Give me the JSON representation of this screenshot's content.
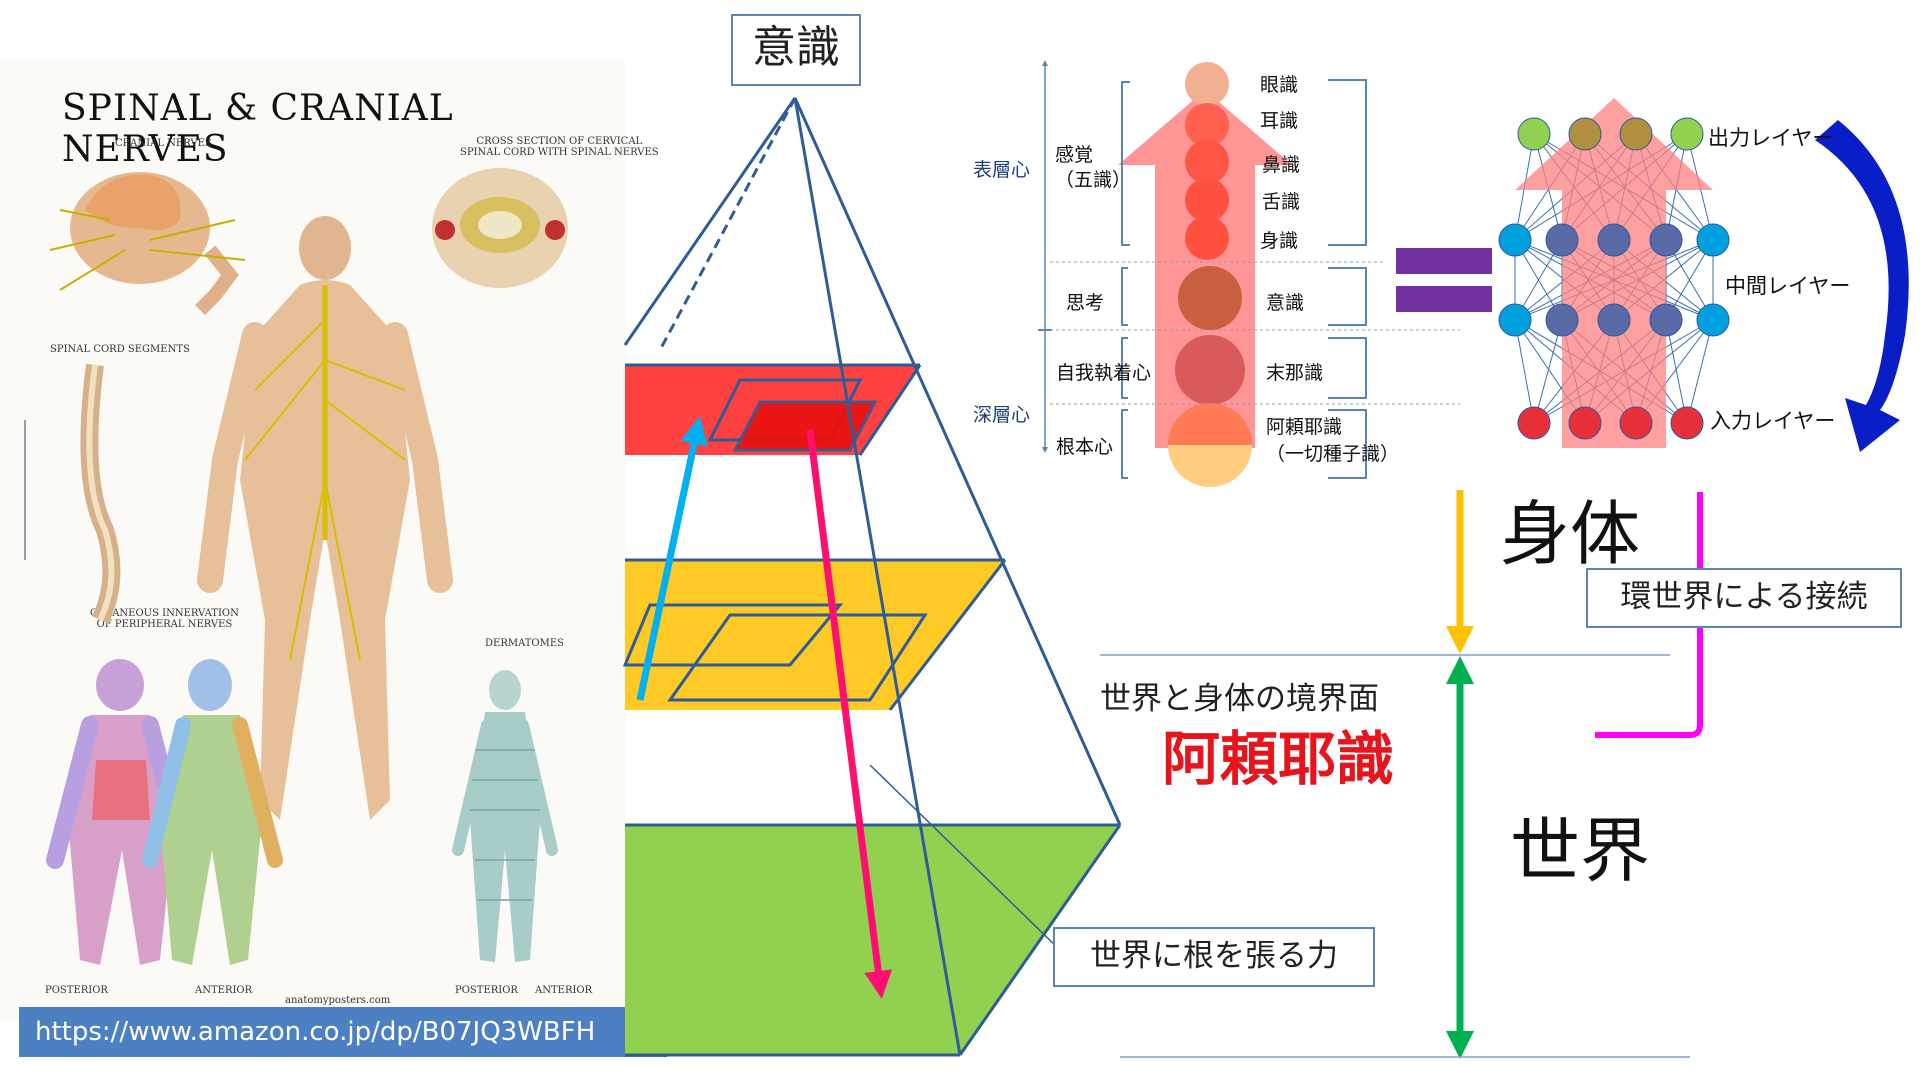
{
  "poster": {
    "title": "SPINAL & CRANIAL NERVES",
    "labels": {
      "cranial": "CRANIAL NERVES",
      "cross_section": "CROSS SECTION OF CERVICAL\nSPINAL CORD WITH SPINAL NERVES",
      "segments": "SPINAL CORD SEGMENTS",
      "cutaneous": "CUTANEOUS INNERVATION\nOF PERIPHERAL NERVES",
      "dermatomes": "DERMATOMES",
      "posterior_left": "POSTERIOR",
      "anterior_left": "ANTERIOR",
      "posterior_right": "POSTERIOR",
      "anterior_right": "ANTERIOR",
      "site": "anatomyposters.com"
    }
  },
  "url_caption": "https://www.amazon.co.jp/dp/B07JQ3WBFH",
  "pyramid": {
    "top_label": "意識",
    "root_label": "世界に根を張る力"
  },
  "consciousness_chart": {
    "outer_left": [
      "表層心",
      "深層心"
    ],
    "inner_left": [
      "感覚\n（五識）",
      "思考",
      "自我執着心",
      "根本心"
    ],
    "senses": [
      "眼識",
      "耳識",
      "鼻識",
      "舌識",
      "身識"
    ],
    "right_labels": [
      "意識",
      "末那識",
      "阿頼耶識\n（一切種子識）"
    ]
  },
  "equals_color": "#7030a0",
  "neural_net": {
    "layers": [
      "出力レイヤー",
      "中間レイヤー",
      "入力レイヤー"
    ],
    "colors": {
      "output": "#92d050",
      "hidden": "#00a0e0",
      "input": "#e8303a",
      "arrow": "#ff8080"
    }
  },
  "labels": {
    "body": "身体",
    "world": "世界",
    "boundary": "世界と身体の境界面",
    "alaya": "阿頼耶識",
    "environment_link": "環世界による接続"
  },
  "colors": {
    "alaya_text": "#e8141c",
    "body_arrow": "#ffc000",
    "world_arrow": "#00b050",
    "link_line": "#ff00ff",
    "curve_arrow": "#0000cc"
  }
}
